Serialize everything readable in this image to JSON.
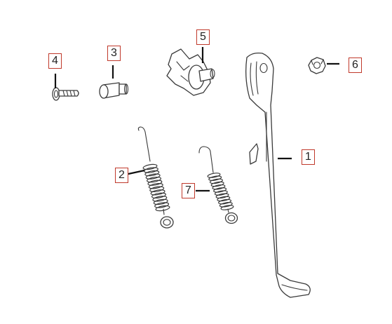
{
  "callouts": [
    {
      "id": "1",
      "label": "1",
      "part": "side-stand"
    },
    {
      "id": "2",
      "label": "2",
      "part": "large-spring"
    },
    {
      "id": "3",
      "label": "3",
      "part": "collar"
    },
    {
      "id": "4",
      "label": "4",
      "part": "bolt"
    },
    {
      "id": "5",
      "label": "5",
      "part": "switch"
    },
    {
      "id": "6",
      "label": "6",
      "part": "nut"
    },
    {
      "id": "7",
      "label": "7",
      "part": "small-spring"
    }
  ],
  "colors": {
    "callout_border": "#c0392b",
    "line": "#3a3a3a",
    "leader": "#111111"
  }
}
